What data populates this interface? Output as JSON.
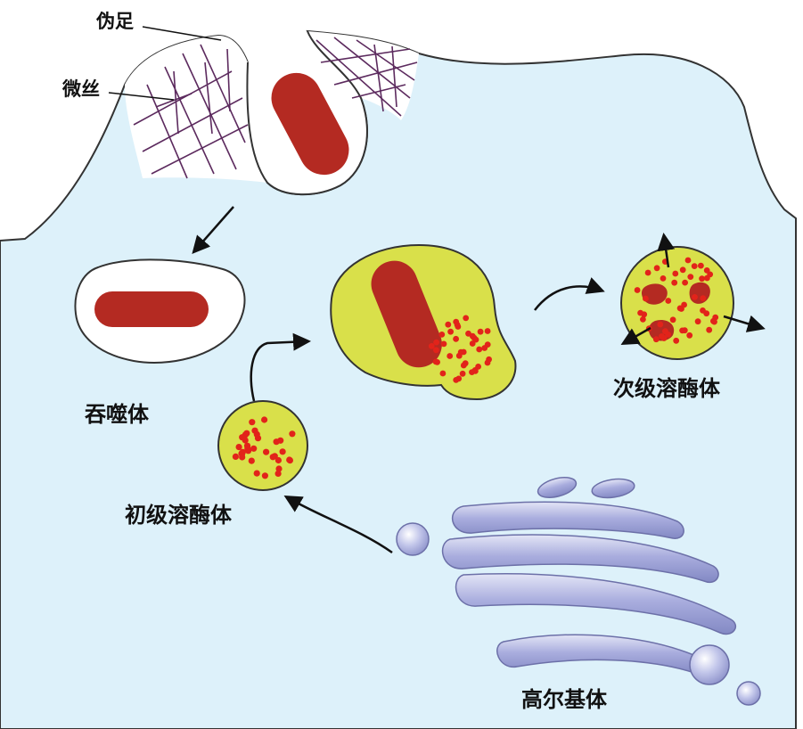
{
  "labels": {
    "pseudopod": "伪足",
    "microfilament": "微丝",
    "phagosome": "吞噬体",
    "primary_lysosome": "初级溶酶体",
    "secondary_lysosome": "次级溶酶体",
    "golgi": "高尔基体"
  },
  "colors": {
    "cytoplasm": "#ddf1fa",
    "vesicle_interior": "#ffffff",
    "bacterium": "#b42a22",
    "lysosome_fill": "#d9e04a",
    "enzyme_dot": "#e2231a",
    "golgi": "#9ea3d6",
    "microfilament": "#5c2a5e",
    "outline": "#222222"
  }
}
